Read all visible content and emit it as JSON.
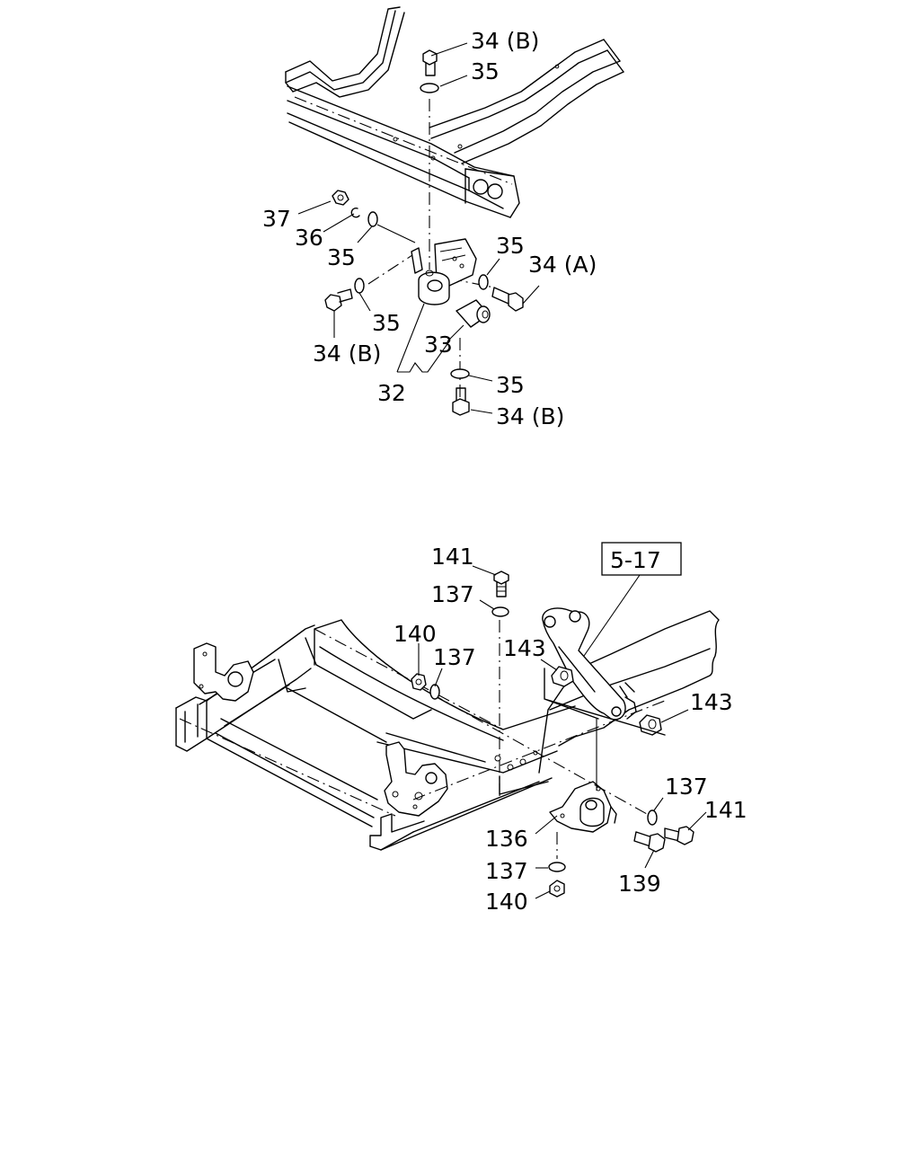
{
  "upper_assembly": {
    "labels": {
      "l37": "37",
      "l36": "36",
      "l35_a": "35",
      "l35_b": "35",
      "l35_c": "35",
      "l35_d": "35",
      "l35_e": "35",
      "l34b_a": "34 (B)",
      "l34b_b": "34 (B)",
      "l34b_c": "34 (B)",
      "l34a": "34 (A)",
      "l33": "33",
      "l32": "32"
    }
  },
  "lower_assembly": {
    "ref_box": "5-17",
    "labels": {
      "l141_a": "141",
      "l141_b": "141",
      "l137_a": "137",
      "l137_b": "137",
      "l137_c": "137",
      "l137_d": "137",
      "l140_a": "140",
      "l140_b": "140",
      "l143_a": "143",
      "l143_b": "143",
      "l136": "136",
      "l139": "139"
    }
  }
}
